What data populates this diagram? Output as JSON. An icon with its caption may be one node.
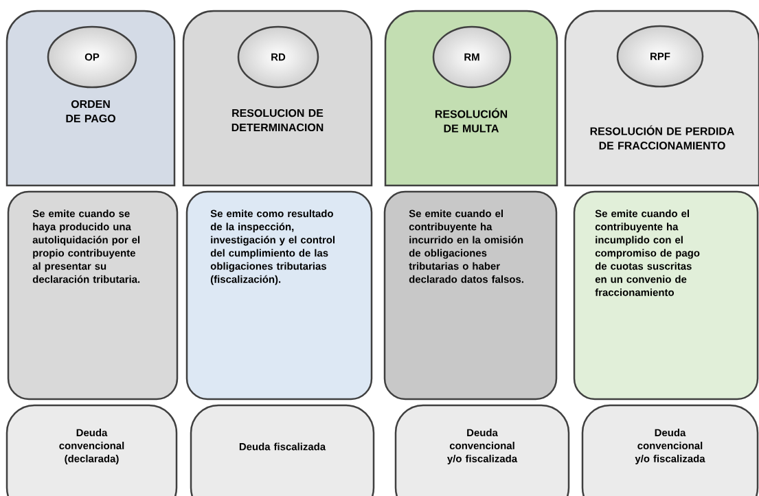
{
  "diagram": {
    "nodes": [
      {
        "text": [
          "ORDEN DE PAGO"
        ]
      },
      {
        "text": [
          "OP"
        ],
        "in": 0
      },
      {
        "text": [
          "RESOLUCION DE DETERMINACION"
        ]
      },
      {
        "text": [
          "RD"
        ],
        "in": 2
      },
      {
        "text": [
          "RESOLUCIÓN DE MULTA"
        ]
      },
      {
        "text": [
          "RM"
        ],
        "in": 4
      },
      {
        "text": [
          "RESOLUCIÓN DE PERDIDA DE FRACCIONAMIENTO"
        ]
      },
      {
        "text": [
          "RPF"
        ],
        "in": 6
      },
      {
        "text": [
          "Se emite cuando se haya producido una autoliquidación por el propio contribuyente al presentar su declaración tributaria."
        ]
      },
      {
        "text": [
          "Se emite como resultado de la inspección, investigación y el control del cumplimiento de las obligaciones tributarias (fiscalización)."
        ]
      },
      {
        "text": [
          "Se emite cuando el contribuyente ha incurrido en la omisión de obligaciones tributarias o haber declarado datos falsos."
        ]
      },
      {
        "text": [
          "Se emite cuando el contribuyente ha incumplido con el compromiso de pago de cuotas suscritas en un convenio de fraccionamiento"
        ]
      },
      {
        "text": [
          "Deuda convencional (declarada)"
        ]
      },
      {
        "text": [
          "Deuda fiscalizada"
        ]
      },
      {
        "text": [
          "Deuda convencional y/o fiscalizada"
        ]
      },
      {
        "text": [
          "Deuda convencional y/o fiscalizada"
        ]
      }
    ]
  }
}
